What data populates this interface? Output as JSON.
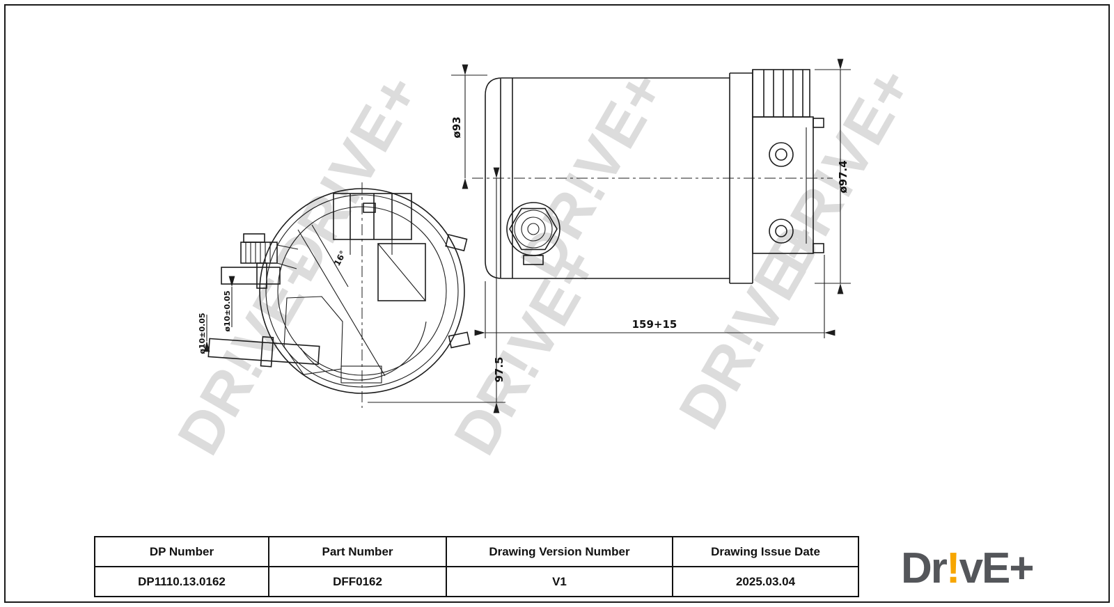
{
  "page": {
    "background": "#ffffff",
    "frame_color": "#1a1a1a"
  },
  "drawing": {
    "watermark_text": "DR!VE+",
    "line_color": "#1c1c1c",
    "watermark_color": "#dcdcdc",
    "dimensions": {
      "dia_body": "ø93",
      "dia_head": "ø97.4",
      "length": "159+15",
      "height": "97.5",
      "angle": "16°",
      "port_upper": "ø10±0.05",
      "port_lower": "ø10±0.05"
    }
  },
  "table": {
    "headers": [
      "DP Number",
      "Part Number",
      "Drawing Version Number",
      "Drawing Issue Date"
    ],
    "values": [
      "DP1110.13.0162",
      "DFF0162",
      "V1",
      "2025.03.04"
    ]
  },
  "logo": {
    "part1": "Dr",
    "exclamation": "!",
    "part2": "vE",
    "plus": "+",
    "text_color": "#54565A",
    "accent_color": "#F7A600"
  }
}
